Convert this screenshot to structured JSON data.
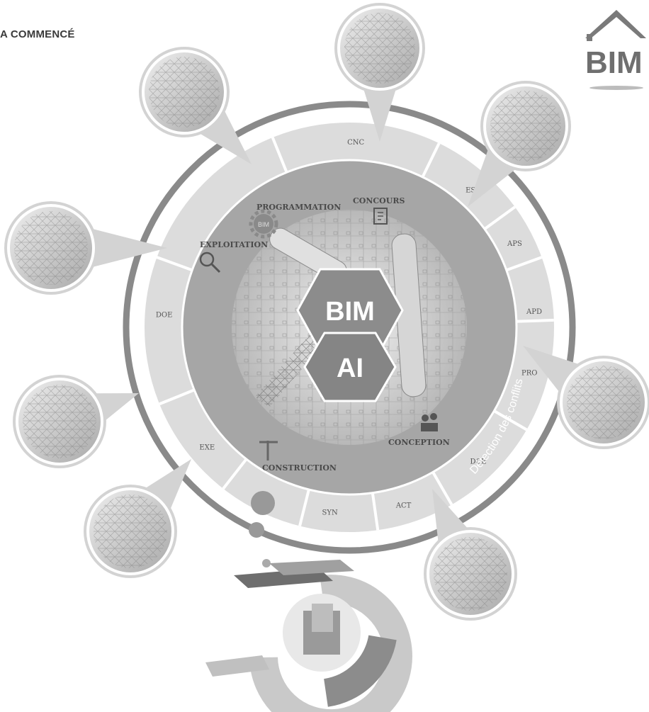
{
  "heading": "A COMMENCÉ",
  "logo": {
    "text": "BIM"
  },
  "center": {
    "top_label": "BIM",
    "bottom_label": "AI"
  },
  "middle_ring": {
    "phases": [
      "PROGRAMMATION",
      "CONCOURS",
      "EXPLOITATION",
      "CONCEPTION",
      "CONSTRUCTION"
    ]
  },
  "outer_ring": {
    "segments": [
      "CNC",
      "ESQ",
      "APS",
      "APD",
      "PRO",
      "DCE",
      "ACT",
      "SYN",
      "EXE",
      "DOE"
    ]
  },
  "arc_caption": "Détection des conflits",
  "colors": {
    "outer_band": "#d9d9d9",
    "middle_band": "#a6a6a6",
    "outer_circle_line": "#8a8a8a",
    "hexagon": "#8c8c8c",
    "segment_text": "#555555"
  },
  "icons": [
    "bim-gear-icon",
    "clipboard-icon",
    "magnifier-icon",
    "engineers-icon",
    "crane-icon"
  ]
}
